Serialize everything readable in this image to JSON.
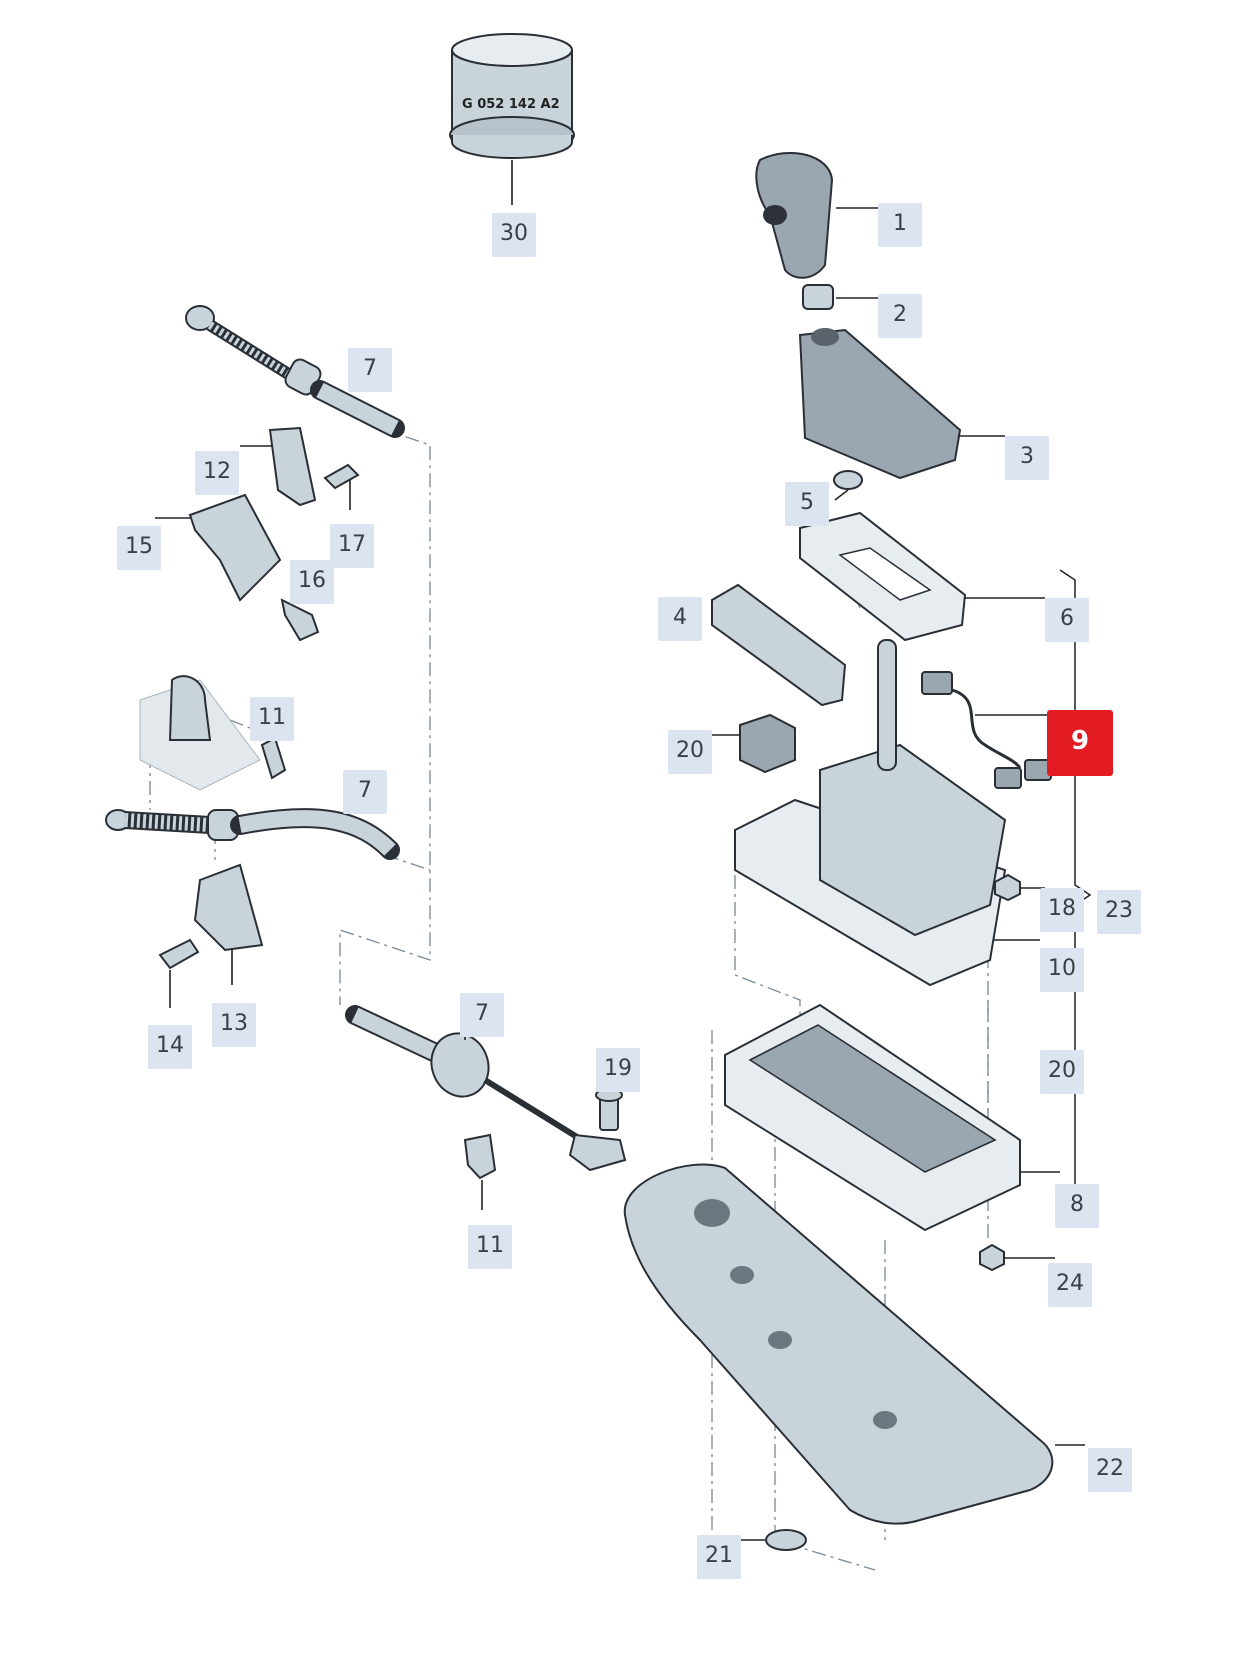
{
  "sleeve_marking": "G 052 142 A2",
  "active_callout": "9",
  "callouts": [
    {
      "id": "c30",
      "label": "30"
    },
    {
      "id": "c1",
      "label": "1"
    },
    {
      "id": "c2",
      "label": "2"
    },
    {
      "id": "c3",
      "label": "3"
    },
    {
      "id": "c5",
      "label": "5"
    },
    {
      "id": "c6",
      "label": "6"
    },
    {
      "id": "c4",
      "label": "4"
    },
    {
      "id": "c9",
      "label": "9"
    },
    {
      "id": "c20a",
      "label": "20"
    },
    {
      "id": "c18",
      "label": "18"
    },
    {
      "id": "c23",
      "label": "23"
    },
    {
      "id": "c10",
      "label": "10"
    },
    {
      "id": "c20b",
      "label": "20"
    },
    {
      "id": "c8",
      "label": "8"
    },
    {
      "id": "c24",
      "label": "24"
    },
    {
      "id": "c22",
      "label": "22"
    },
    {
      "id": "c21",
      "label": "21"
    },
    {
      "id": "c7a",
      "label": "7"
    },
    {
      "id": "c12",
      "label": "12"
    },
    {
      "id": "c15",
      "label": "15"
    },
    {
      "id": "c17",
      "label": "17"
    },
    {
      "id": "c16",
      "label": "16"
    },
    {
      "id": "c11a",
      "label": "11"
    },
    {
      "id": "c7b",
      "label": "7"
    },
    {
      "id": "c14",
      "label": "14"
    },
    {
      "id": "c13",
      "label": "13"
    },
    {
      "id": "c7c",
      "label": "7"
    },
    {
      "id": "c19",
      "label": "19"
    },
    {
      "id": "c11b",
      "label": "11"
    }
  ]
}
